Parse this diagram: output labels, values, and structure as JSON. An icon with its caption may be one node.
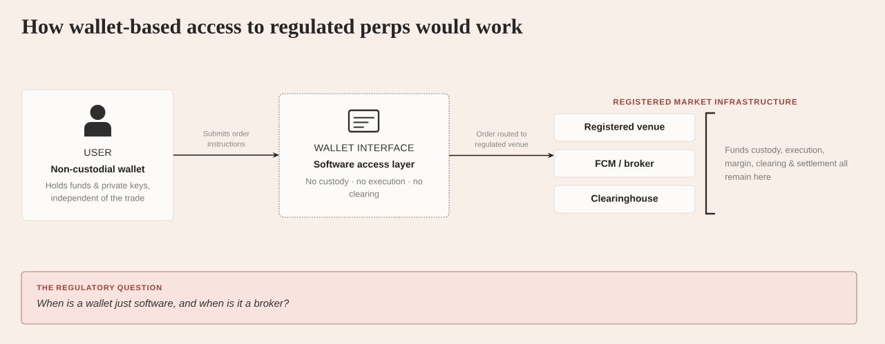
{
  "diagram": {
    "title": "How wallet-based access to regulated perps would work",
    "nodes": [
      {
        "text": [
          "USER",
          "Non-custodial wallet",
          "Holds funds & private keys, independent of the trade"
        ]
      },
      {
        "text": [
          "WALLET INTERFACE",
          "Software access layer",
          "No custody · no execution · no clearing"
        ]
      },
      {
        "text": [
          "Registered venue"
        ]
      },
      {
        "text": [
          "FCM / broker"
        ]
      },
      {
        "text": [
          "Clearinghouse"
        ]
      },
      {
        "text": [
          "THE REGULATORY QUESTION",
          "When is a wallet just software, and when is it a broker?"
        ]
      }
    ],
    "edges": [
      {
        "from": 0,
        "to": 1,
        "arrow": "to",
        "label": "Submits order instructions"
      },
      {
        "from": 1,
        "to": 3,
        "arrow": "to",
        "label": "Order routed to regulated venue"
      }
    ],
    "labels": [
      "REGISTERED MARKET INFRASTRUCTURE",
      "Funds custody, execution, margin, clearing & settlement all remain here"
    ]
  }
}
